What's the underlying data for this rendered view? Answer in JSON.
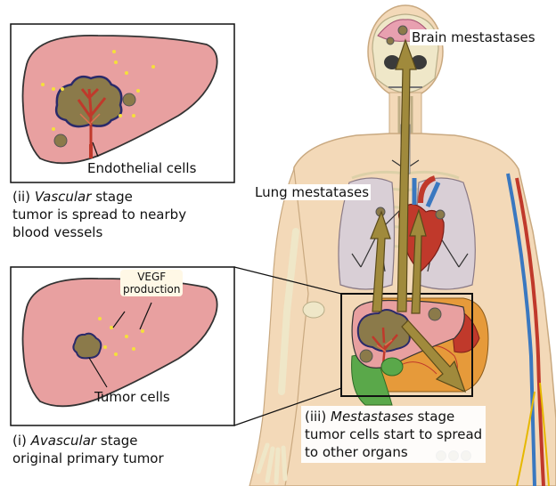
{
  "labels": {
    "brain_metastases": "Brain mestastases",
    "lung_metastases": "Lung mestatases",
    "endothelial_cells": "Endothelial cells",
    "vegf_line1": "VEGF",
    "vegf_line2": "production",
    "tumor_cells": "Tumor cells"
  },
  "stages": {
    "vascular": {
      "number": "(ii)",
      "name": "Vascular",
      "suffix": "stage",
      "desc1": "tumor is spread to nearby",
      "desc2": "blood vessels"
    },
    "avascular": {
      "number": "(i)",
      "name": "Avascular",
      "suffix": "stage",
      "desc1": "original primary tumor"
    },
    "metastases": {
      "number": "(iii)",
      "name": "Mestastases",
      "suffix": "stage",
      "desc1": "tumor cells start to spread",
      "desc2": "to other organs"
    }
  },
  "colors": {
    "liver": "#e8a0a0",
    "liver_outline": "#2a2a2a",
    "tumor": "#8b7a4a",
    "tumor_outline": "#2a2a6a",
    "arrow": "#a08a3c",
    "vessel_red": "#c0392b",
    "vessel_blue": "#3a78c0",
    "skin": "#f3d9b8",
    "bone": "#efe7c8"
  }
}
